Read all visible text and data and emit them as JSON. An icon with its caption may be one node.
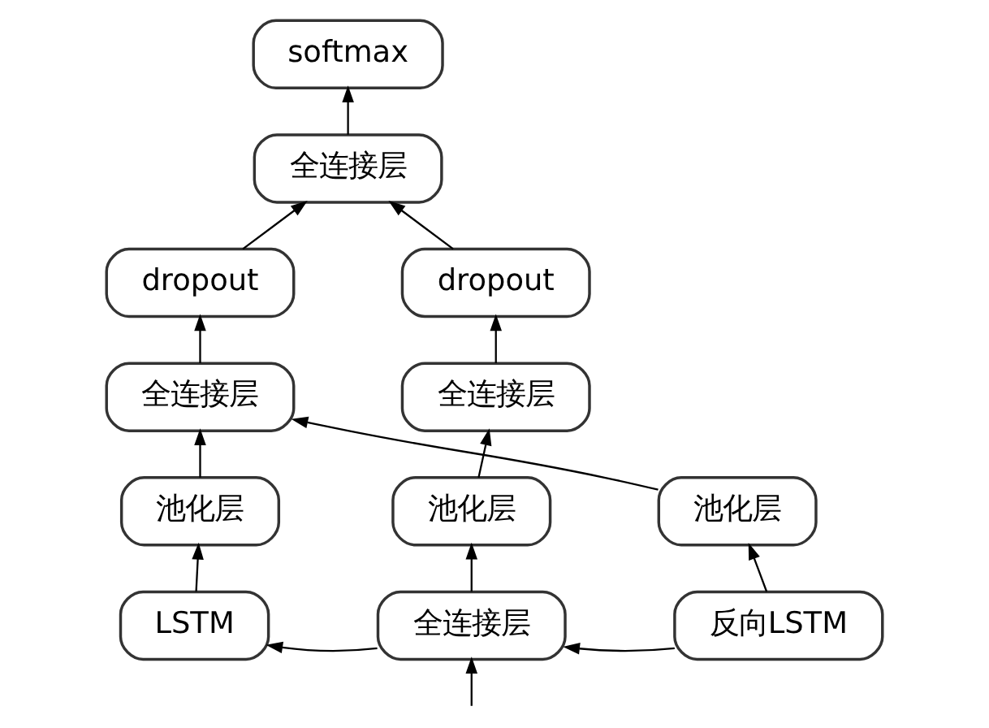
{
  "diagram": {
    "nodes": [
      {
        "text": [
          "softmax"
        ]
      },
      {
        "text": [
          "全连接层"
        ]
      },
      {
        "text": [
          "dropout"
        ]
      },
      {
        "text": [
          "dropout"
        ]
      },
      {
        "text": [
          "全连接层"
        ]
      },
      {
        "text": [
          "全连接层"
        ]
      },
      {
        "text": [
          "池化层"
        ]
      },
      {
        "text": [
          "池化层"
        ]
      },
      {
        "text": [
          "池化层"
        ]
      },
      {
        "text": [
          "LSTM"
        ]
      },
      {
        "text": [
          "全连接层"
        ]
      },
      {
        "text": [
          "反向LSTM"
        ]
      }
    ],
    "edges": [
      {
        "from": 1,
        "to": 0,
        "arrow": "to"
      },
      {
        "from": 2,
        "to": 1,
        "arrow": "to"
      },
      {
        "from": 3,
        "to": 1,
        "arrow": "to"
      },
      {
        "from": 4,
        "to": 2,
        "arrow": "to"
      },
      {
        "from": 5,
        "to": 3,
        "arrow": "to"
      },
      {
        "from": 6,
        "to": 4,
        "arrow": "to"
      },
      {
        "from": 8,
        "to": 4,
        "arrow": "to"
      },
      {
        "from": 7,
        "to": 5,
        "arrow": "to"
      },
      {
        "from": 9,
        "to": 6,
        "arrow": "to"
      },
      {
        "from": 10,
        "to": 7,
        "arrow": "to"
      },
      {
        "from": 11,
        "to": 8,
        "arrow": "to"
      },
      {
        "from": 10,
        "to": 9,
        "arrow": "to"
      },
      {
        "from": 11,
        "to": 10,
        "arrow": "to"
      },
      {
        "from": null,
        "to": 10,
        "arrow": "to"
      }
    ]
  }
}
